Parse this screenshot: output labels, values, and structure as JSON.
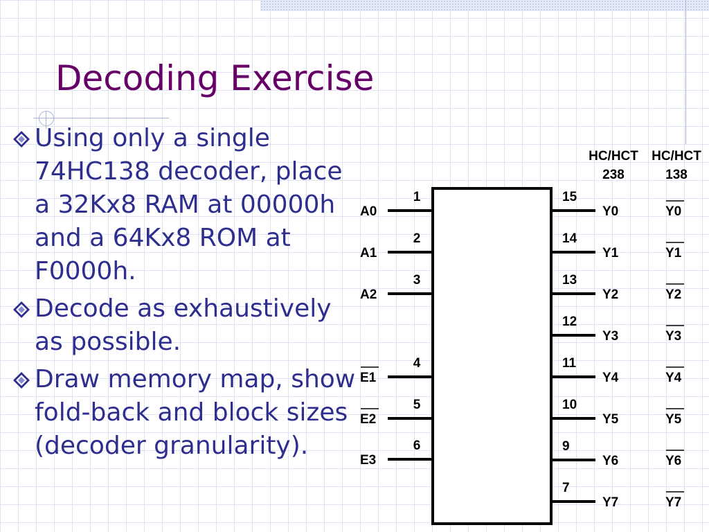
{
  "slide": {
    "title": "Decoding Exercise",
    "bullets": [
      "Using only a single 74HC138 decoder, place a 32Kx8 RAM at 00000h and a 64Kx8 ROM at F0000h.",
      "Decode as exhaustively as possible.",
      "Draw memory map, show fold-back and block sizes (decoder granularity)."
    ]
  },
  "diagram": {
    "header_238": [
      "HC/HCT",
      "238"
    ],
    "header_138": [
      "HC/HCT",
      "138"
    ],
    "left_pins": [
      {
        "label": "A0",
        "pin": "1",
        "overbar": false
      },
      {
        "label": "A1",
        "pin": "2",
        "overbar": false
      },
      {
        "label": "A2",
        "pin": "3",
        "overbar": false
      },
      {
        "label": "E1",
        "pin": "4",
        "overbar": true
      },
      {
        "label": "E2",
        "pin": "5",
        "overbar": true
      },
      {
        "label": "E3",
        "pin": "6",
        "overbar": false
      }
    ],
    "right_pins": [
      {
        "pin": "15",
        "out_238": "Y0",
        "out_138": "Y0"
      },
      {
        "pin": "14",
        "out_238": "Y1",
        "out_138": "Y1"
      },
      {
        "pin": "13",
        "out_238": "Y2",
        "out_138": "Y2"
      },
      {
        "pin": "12",
        "out_238": "Y3",
        "out_138": "Y3"
      },
      {
        "pin": "11",
        "out_238": "Y4",
        "out_138": "Y4"
      },
      {
        "pin": "10",
        "out_238": "Y5",
        "out_138": "Y5"
      },
      {
        "pin": "9",
        "out_238": "Y6",
        "out_138": "Y6"
      },
      {
        "pin": "7",
        "out_238": "Y7",
        "out_138": "Y7"
      }
    ]
  },
  "colors": {
    "title": "#660066",
    "body_text": "#2e2e8f",
    "bullet": "#2e2e8f"
  }
}
